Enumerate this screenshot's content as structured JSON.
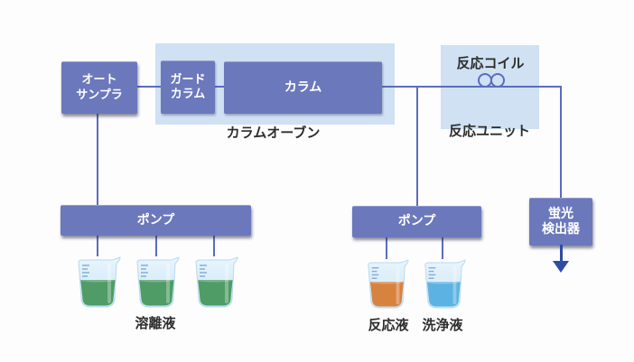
{
  "diagram": {
    "title_hint": "HPLC flow diagram",
    "boxes": {
      "autosampler": {
        "line1": "オート",
        "line2": "サンプラ"
      },
      "guard_column": {
        "line1": "ガード",
        "line2": "カラム"
      },
      "column": {
        "label": "カラム"
      },
      "pump_left": {
        "label": "ポンプ"
      },
      "pump_right": {
        "label": "ポンプ"
      },
      "detector": {
        "line1": "蛍光",
        "line2": "検出器"
      }
    },
    "regions": {
      "column_oven": {
        "label": "カラムオーブン"
      },
      "reaction_unit": {
        "label": "反応ユニット",
        "coil_label": "反応コイル"
      }
    },
    "beakers": {
      "eluent": {
        "label": "溶離液",
        "liquid_color": "#4f9c66",
        "count": 3
      },
      "reaction": {
        "label": "反応液",
        "liquid_color": "#d8823f",
        "count": 1
      },
      "wash": {
        "label": "洗浄液",
        "liquid_color": "#5cb2e2",
        "count": 1
      }
    },
    "colors": {
      "box_fill": "#6b78bc",
      "region_fill": "#cfe1f3",
      "line": "#5b6cbf",
      "arrow": "#2e4ba6",
      "label_text": "#2d2d2d",
      "box_text": "#ffffff",
      "glass_light": "#e9f5fc",
      "glass_dark": "#c6e3f4"
    }
  }
}
